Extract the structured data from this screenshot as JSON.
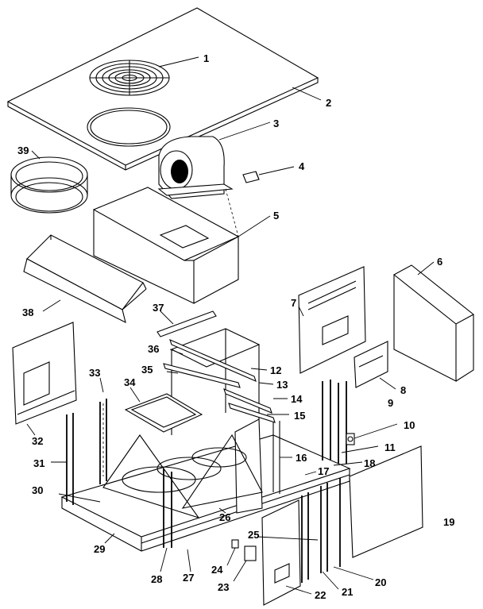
{
  "diagram": {
    "callouts": [
      {
        "id": "c1",
        "text": "1"
      },
      {
        "id": "c2",
        "text": "2"
      },
      {
        "id": "c3",
        "text": "3"
      },
      {
        "id": "c4",
        "text": "4"
      },
      {
        "id": "c5",
        "text": "5"
      },
      {
        "id": "c6",
        "text": "6"
      },
      {
        "id": "c7",
        "text": "7"
      },
      {
        "id": "c8",
        "text": "8"
      },
      {
        "id": "c9",
        "text": "9"
      },
      {
        "id": "c10",
        "text": "10"
      },
      {
        "id": "c11",
        "text": "11"
      },
      {
        "id": "c12",
        "text": "12"
      },
      {
        "id": "c13",
        "text": "13"
      },
      {
        "id": "c14",
        "text": "14"
      },
      {
        "id": "c15",
        "text": "15"
      },
      {
        "id": "c16",
        "text": "16"
      },
      {
        "id": "c17",
        "text": "17"
      },
      {
        "id": "c18",
        "text": "18"
      },
      {
        "id": "c19",
        "text": "19"
      },
      {
        "id": "c20",
        "text": "20"
      },
      {
        "id": "c21",
        "text": "21"
      },
      {
        "id": "c22",
        "text": "22"
      },
      {
        "id": "c23",
        "text": "23"
      },
      {
        "id": "c24",
        "text": "24"
      },
      {
        "id": "c25",
        "text": "25"
      },
      {
        "id": "c26",
        "text": "26"
      },
      {
        "id": "c27",
        "text": "27"
      },
      {
        "id": "c28",
        "text": "28"
      },
      {
        "id": "c29",
        "text": "29"
      },
      {
        "id": "c30",
        "text": "30"
      },
      {
        "id": "c31",
        "text": "31"
      },
      {
        "id": "c32",
        "text": "32"
      },
      {
        "id": "c33",
        "text": "33"
      },
      {
        "id": "c34",
        "text": "34"
      },
      {
        "id": "c35",
        "text": "35"
      },
      {
        "id": "c36",
        "text": "36"
      },
      {
        "id": "c37",
        "text": "37"
      },
      {
        "id": "c38",
        "text": "38"
      },
      {
        "id": "c39",
        "text": "39"
      }
    ]
  }
}
